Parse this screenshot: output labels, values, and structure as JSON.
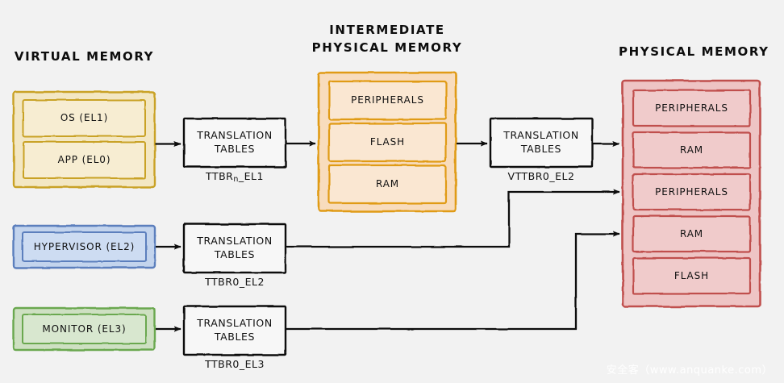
{
  "diagram": {
    "background_color": "#f2f2f2",
    "columns": [
      {
        "id": "virtual-memory",
        "title": "VIRTUAL MEMORY"
      },
      {
        "id": "intermediate-physical-memory",
        "title_line1": "INTERMEDIATE",
        "title_line2": "PHYSICAL MEMORY"
      },
      {
        "id": "physical-memory",
        "title": "PHYSICAL MEMORY"
      }
    ],
    "virtual_memory": {
      "fill": "#f3e7c3",
      "inner_fill": "#f7edd2",
      "stroke": "#c9a227",
      "items": [
        {
          "label": "OS (EL1)"
        },
        {
          "label": "APP (EL0)"
        }
      ]
    },
    "hypervisor": {
      "fill": "#c3d4ed",
      "inner_fill": "#cddcf2",
      "stroke": "#5b7fbd",
      "label": "HYPERVISOR (EL2)"
    },
    "monitor": {
      "fill": "#cee0c2",
      "inner_fill": "#d8e7cf",
      "stroke": "#6aa84f",
      "label": "MONITOR (EL3)"
    },
    "intermediate_physical_memory": {
      "fill": "#f8dcbd",
      "inner_fill": "#fae7d2",
      "stroke": "#e09b17",
      "items": [
        {
          "label": "PERIPHERALS"
        },
        {
          "label": "FLASH"
        },
        {
          "label": "RAM"
        }
      ]
    },
    "physical_memory": {
      "fill": "#eec4c4",
      "inner_fill": "#f0cbcb",
      "stroke": "#c0504d",
      "items": [
        {
          "label": "PERIPHERALS"
        },
        {
          "label": "RAM"
        },
        {
          "label": "PERIPHERALS"
        },
        {
          "label": "RAM"
        },
        {
          "label": "FLASH"
        }
      ]
    },
    "translation_tables": [
      {
        "id": "tt-ttbrn-el1",
        "line1": "TRANSLATION",
        "line2": "TABLES",
        "caption_prefix": "TTBR",
        "caption_sub": "n",
        "caption_suffix": "_EL1"
      },
      {
        "id": "tt-vttbr0-el2",
        "line1": "TRANSLATION",
        "line2": "TABLES",
        "caption": "VTTBR0_EL2"
      },
      {
        "id": "tt-ttbr0-el2",
        "line1": "TRANSLATION",
        "line2": "TABLES",
        "caption": "TTBR0_EL2"
      },
      {
        "id": "tt-ttbr0-el3",
        "line1": "TRANSLATION",
        "line2": "TABLES",
        "caption": "TTBR0_EL3"
      }
    ],
    "box_stroke": "#111111",
    "box_fill": "#f7f7f7",
    "arrow_color": "#111111",
    "watermark": "安全客（www.anquanke.com）"
  }
}
